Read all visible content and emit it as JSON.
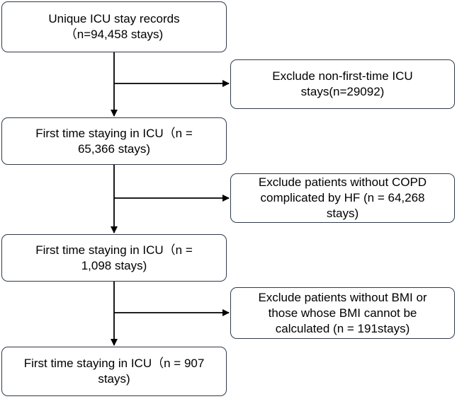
{
  "flowchart": {
    "main_steps": [
      {
        "id": "s1",
        "text": "Unique ICU stay records\n（n=94,458 stays)"
      },
      {
        "id": "s2",
        "text": "First time staying in ICU（n =\n65,366 stays)"
      },
      {
        "id": "s3",
        "text": "First time staying in ICU（n =\n1,098 stays)"
      },
      {
        "id": "s4",
        "text": "First time staying in ICU（n = 907\nstays)"
      }
    ],
    "exclusions": [
      {
        "id": "e1",
        "text": "Exclude non-first-time ICU\nstays(n=29092)"
      },
      {
        "id": "e2",
        "text": "Exclude patients without COPD\ncomplicated by HF (n = 64,268\nstays)"
      },
      {
        "id": "e3",
        "text": "Exclude patients without BMI or\nthose whose BMI cannot be\ncalculated (n = 191stays)"
      }
    ]
  }
}
